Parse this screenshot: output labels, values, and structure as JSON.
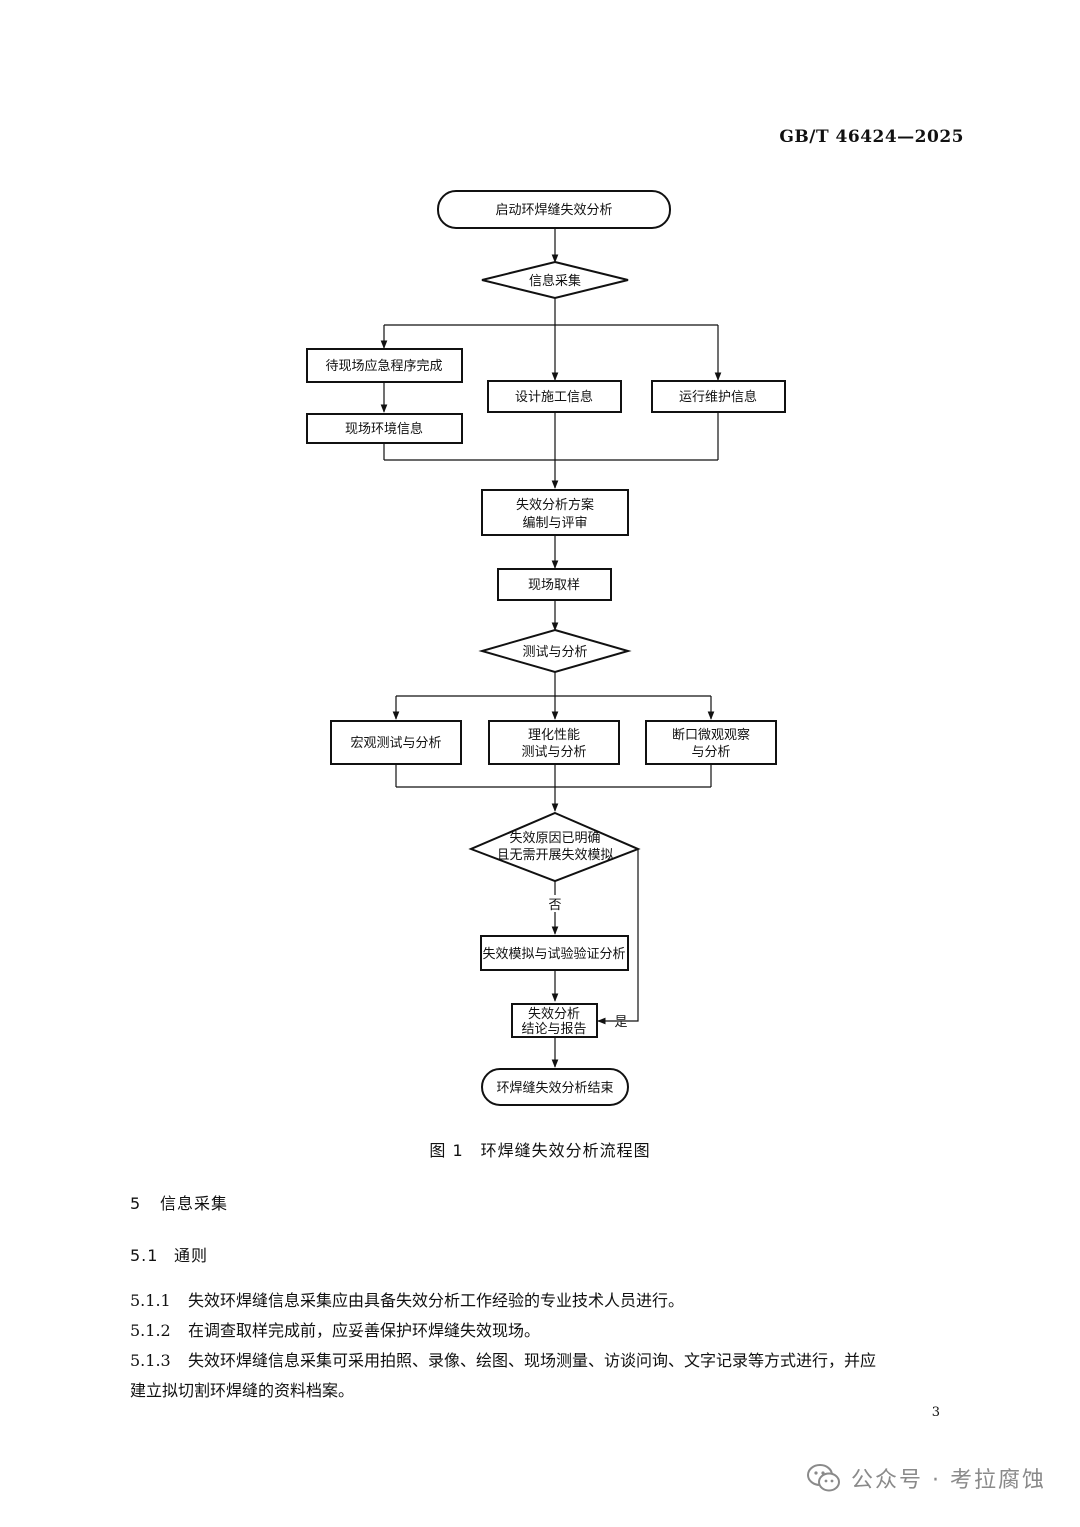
{
  "header": {
    "standard_no": "GB/T 46424—2025"
  },
  "flowchart": {
    "start": "启动环焊缝失效分析",
    "info_collect": "信息采集",
    "emergency": "待现场应急程序完成",
    "site_env": "现场环境信息",
    "design_info": "设计施工信息",
    "ops_info": "运行维护信息",
    "plan_line1": "失效分析方案",
    "plan_line2": "编制与评审",
    "sampling": "现场取样",
    "test_analysis": "测试与分析",
    "macro": "宏观测试与分析",
    "phys_line1": "理化性能",
    "phys_line2": "测试与分析",
    "fract_line1": "断口微观观察",
    "fract_line2": "与分析",
    "decision_line1": "失效原因已明确",
    "decision_line2": "且无需开展失效模拟",
    "no_label": "否",
    "yes_label": "是",
    "simulation": "失效模拟与试验验证分析",
    "conc_line1": "失效分析",
    "conc_line2": "结论与报告",
    "end": "环焊缝失效分析结束"
  },
  "figure": {
    "caption": "图 1　环焊缝失效分析流程图"
  },
  "section": {
    "num": "5",
    "title": "信息采集",
    "sub_num": "5.1",
    "sub_title": "通则",
    "items": [
      {
        "num": "5.1.1",
        "text": "失效环焊缝信息采集应由具备失效分析工作经验的专业技术人员进行。"
      },
      {
        "num": "5.1.2",
        "text": "在调查取样完成前，应妥善保护环焊缝失效现场。"
      },
      {
        "num": "5.1.3",
        "text": "失效环焊缝信息采集可采用拍照、录像、绘图、现场测量、访谈问询、文字记录等方式进行，并应"
      }
    ],
    "continuation": "建立拟切割环焊缝的资料档案。"
  },
  "page_number": "3",
  "watermark": {
    "text": "公众号 · 考拉腐蚀",
    "icon": "wechat-icon"
  }
}
